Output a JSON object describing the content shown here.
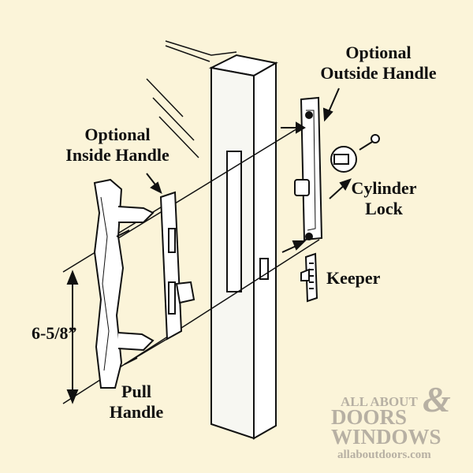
{
  "labels": {
    "optional_outside_handle": [
      "Optional",
      "Outside Handle"
    ],
    "optional_inside_handle": [
      "Optional",
      "Inside Handle"
    ],
    "cylinder_lock": [
      "Cylinder",
      "Lock"
    ],
    "keeper": "Keeper",
    "pull_handle": [
      "Pull",
      "Handle"
    ],
    "dimension": "6-5/8”"
  },
  "watermark": {
    "line1": "ALL ABOUT",
    "amp": "&",
    "line2": "DOORS",
    "line3": "WINDOWS",
    "url": "allaboutdoors.com"
  },
  "colors": {
    "background": "#fbf4d9",
    "line": "#111111",
    "panel": "#ffffff",
    "watermark": "#b7b0a3"
  }
}
